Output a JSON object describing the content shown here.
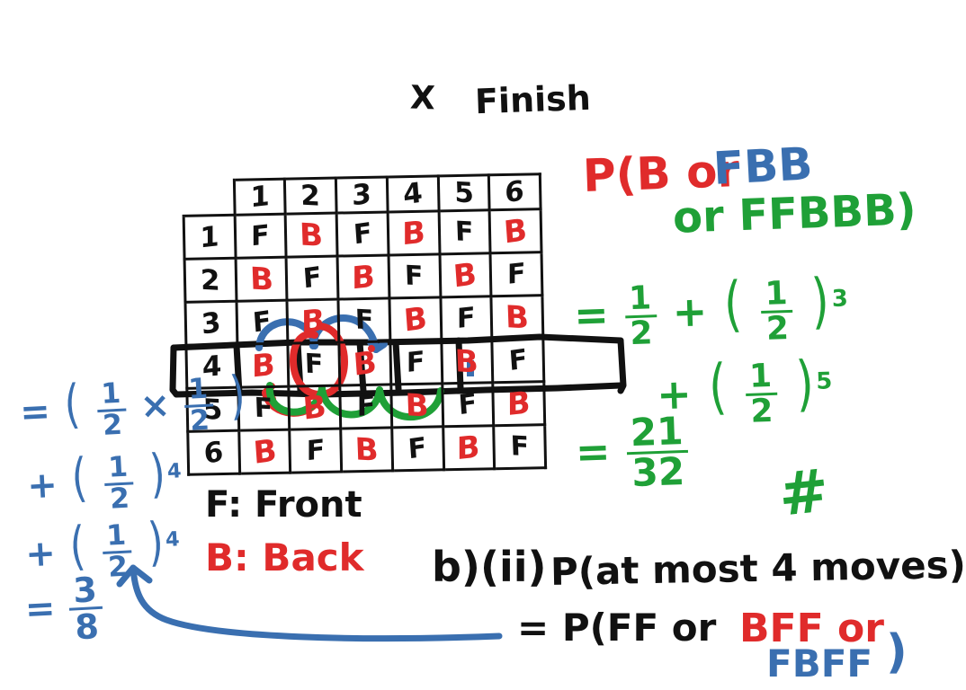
{
  "colors": {
    "black": "#111111",
    "red": "#e02b2b",
    "blue": "#3a6fb0",
    "green": "#1fa037",
    "background": "#ffffff"
  },
  "board": {
    "finish_label": "Finish",
    "x_mark": "X",
    "cell_count": 6,
    "arc_groups": [
      {
        "color": "blue",
        "label": "blue-arcs-above",
        "count": 2
      },
      {
        "color": "red",
        "label": "red-loop-arcs",
        "count": 2
      },
      {
        "color": "green",
        "label": "green-arcs-below",
        "count": 3
      }
    ]
  },
  "grid": {
    "col_headers": [
      "1",
      "2",
      "3",
      "4",
      "5",
      "6"
    ],
    "row_headers": [
      "1",
      "2",
      "3",
      "4",
      "5",
      "6"
    ],
    "rows": [
      [
        "F",
        "B",
        "F",
        "B",
        "F",
        "B"
      ],
      [
        "B",
        "F",
        "B",
        "F",
        "B",
        "F"
      ],
      [
        "F",
        "B",
        "F",
        "B",
        "F",
        "B"
      ],
      [
        "B",
        "F",
        "B",
        "F",
        "B",
        "F"
      ],
      [
        "F",
        "B",
        "F",
        "B",
        "F",
        "B"
      ],
      [
        "B",
        "F",
        "B",
        "F",
        "B",
        "F"
      ]
    ]
  },
  "legend": {
    "front_key": "F",
    "front_text": ": Front",
    "front_full": "F: Front",
    "back_key": "B",
    "back_text": ": Back",
    "back_full": "B: Back"
  },
  "right_work": {
    "prob_red": "P(B or",
    "prob_blue": "FBB",
    "prob_green": "or FFBBB)",
    "eq1_prefix": "= ",
    "eq1_plus": "+",
    "eq1_exp": "3",
    "eq2_plus": "+",
    "eq2_exp": "5",
    "frac_num": "1",
    "frac_den": "2",
    "result_prefix": "=",
    "result_num": "21",
    "result_den": "32",
    "qed": "#"
  },
  "left_work": {
    "line1": "= ( 1/2 × 1/2 )",
    "line1_eq": "=",
    "mult_sign": "×",
    "frac_num": "1",
    "frac_den": "2",
    "line2_plus": "+",
    "line2_exp": "4",
    "line3_plus": "+",
    "line3_exp": "4",
    "line4_eq": "=",
    "result_num": "3",
    "result_den": "8",
    "arrow": "arrow-pointing-to-three-eighths"
  },
  "bottom_question": {
    "label": "b)(ii)",
    "text": "P(at most 4 moves)",
    "answer_black": "= P(FF or",
    "answer_red": "BFF or",
    "answer_blue": "FBFF",
    "answer_close_paren": ")"
  }
}
